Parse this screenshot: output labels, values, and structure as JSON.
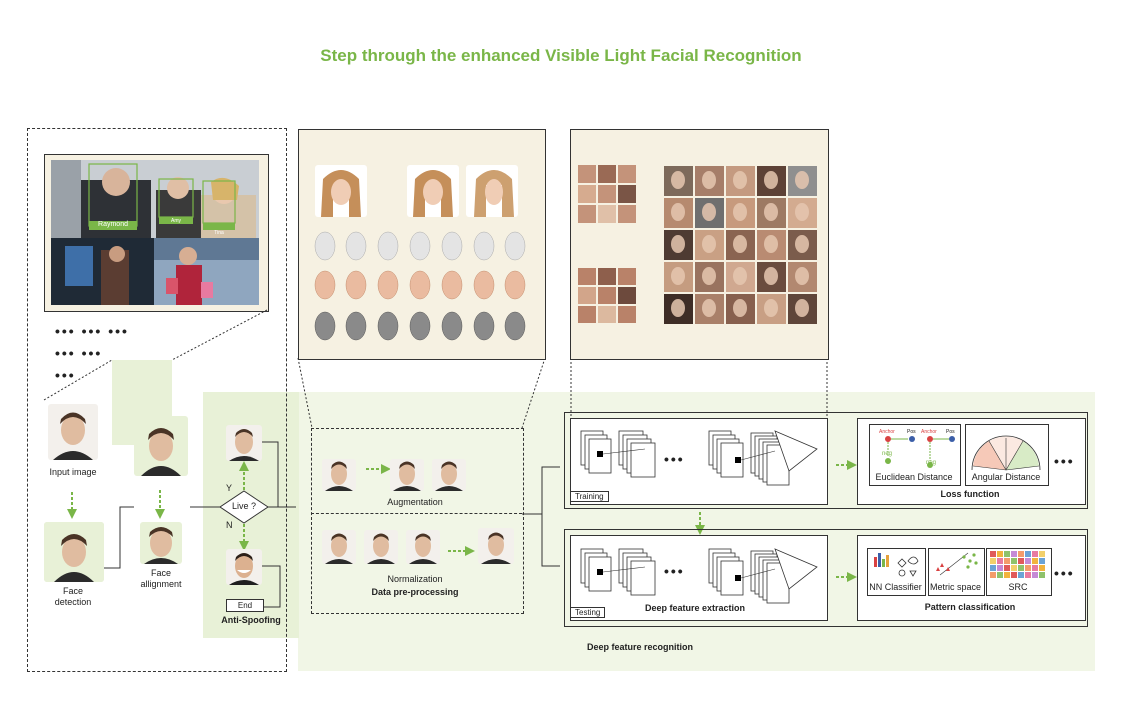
{
  "title": "Step through the enhanced Visible Light Facial Recognition",
  "left_panel": {
    "photo_labels": [
      "Raymond",
      "Amy",
      "Tina"
    ],
    "dots_rows": [
      "•••  •••  •••",
      "•••  •••",
      "•••"
    ],
    "input_label": "Input image",
    "detect_label": "Face\ndetection",
    "align_label": "Face\nallignment"
  },
  "anti_spoofing": {
    "decision": "Live ?",
    "yes": "Y",
    "no": "N",
    "end": "End",
    "label": "Anti-Spoofing"
  },
  "preprocessing": {
    "augmentation": "Augmentation",
    "normalization": "Normalization",
    "label": "Data pre-processing"
  },
  "recognition": {
    "training": "Training",
    "testing": "Testing",
    "ellipsis": "•••",
    "feature_label": "Deep feature extraction",
    "loss": {
      "label": "Loss function",
      "euclid": "Euclidean Distance",
      "angular": "Angular Distance",
      "anchor": "Anchor",
      "pos": "Pos",
      "neg": "neg"
    },
    "pattern": {
      "label": "Pattern classification",
      "nn": "NN Classifier",
      "metric": "Metric space",
      "src": "SRC"
    },
    "overall_label": "Deep feature recognition"
  },
  "colors": {
    "accent": "#7ab648",
    "panel_bg": "#f1f6e6",
    "beige": "#f6f1e2"
  }
}
